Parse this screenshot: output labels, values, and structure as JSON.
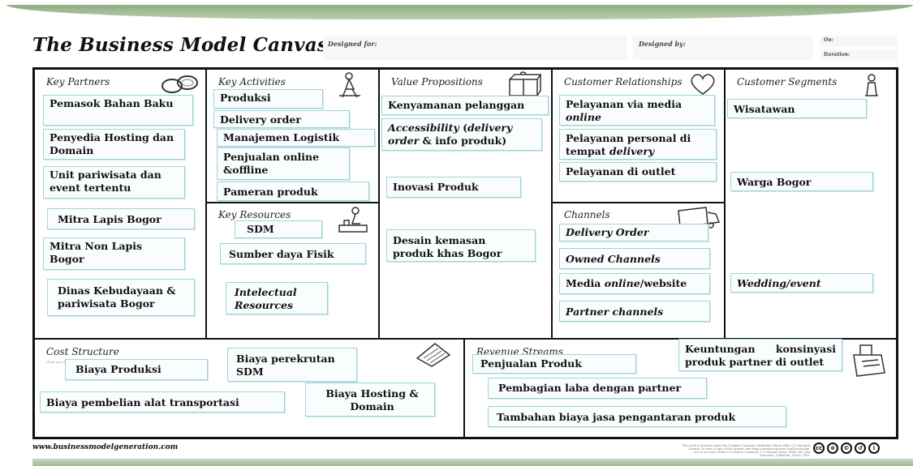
{
  "header": {
    "title": "The Business Model Canvas",
    "designed_for_label": "Designed for:",
    "designed_by_label": "Designed by:",
    "on_label": "On:",
    "iteration_label": "Iteration:"
  },
  "blocks": {
    "key_partners": {
      "title": "Key Partners"
    },
    "key_activities": {
      "title": "Key Activities"
    },
    "key_resources": {
      "title": "Key Resources"
    },
    "value_propositions": {
      "title": "Value Propositions"
    },
    "customer_relationships": {
      "title": "Customer Relationships"
    },
    "channels": {
      "title": "Channels"
    },
    "customer_segments": {
      "title": "Customer Segments"
    },
    "cost_structure": {
      "title": "Cost Structure",
      "hint": "What are the most important costs inherent in our business model?"
    },
    "revenue_streams": {
      "title": "Revenue Streams"
    }
  },
  "notes": {
    "kp1": "Pemasok Bahan Baku",
    "kp2": "Penyedia Hosting dan Domain",
    "kp3": "Unit pariwisata dan event tertentu",
    "kp4": "Mitra Lapis Bogor",
    "kp5": "Mitra Non Lapis Bogor",
    "kp6": "Dinas Kebudayaan & pariwisata Bogor",
    "ka1": "Produksi",
    "ka2": "Delivery order",
    "ka3": "Manajemen Logistik",
    "ka4": "Penjualan online &offline",
    "ka5": "Pameran produk",
    "kr1": "SDM",
    "kr2": "Sumber daya Fisik",
    "kr3": "Intelectual Resources",
    "vp1": "Kenyamanan pelanggan",
    "vp2_a": "Accessibility",
    "vp2_b": " (",
    "vp2_c": "delivery order",
    "vp2_d": " & info produk)",
    "vp3": "Inovasi Produk",
    "vp4": "Desain kemasan produk khas Bogor",
    "cr1_a": "Pelayanan via media ",
    "cr1_b": "online",
    "cr2_a": "Pelayanan personal di tempat ",
    "cr2_b": "delivery",
    "cr3": "Pelayanan di outlet",
    "ch1": "Delivery Order",
    "ch2": "Owned Channels",
    "ch3_a": "Media ",
    "ch3_b": "online",
    "ch3_c": "/website",
    "ch4": "Partner channels",
    "cs1": "Wisatawan",
    "cs2": "Warga Bogor",
    "cs3": "Wedding/event",
    "co1": "Biaya Produksi",
    "co2": "Biaya perekrutan SDM",
    "co3": "Biaya pembelian alat transportasi",
    "co4": "Biaya Hosting & Domain",
    "rs1": "Penjualan Produk",
    "rs2": "Keuntungan konsinyasi produk partner di outlet",
    "rs3": "Pembagian laba dengan partner",
    "rs4": "Tambahan biaya jasa pengantaran produk"
  },
  "footer": {
    "url": "www.businessmodelgeneration.com",
    "license": "This work is licensed under the Creative Commons Attribution-Share Alike 3.0 Unported License. To view a copy of this license, visit http://creativecommons.org/licenses/by-sa/3.0/ or send a letter to Creative Commons, 171 Second Street, Suite 300, San Francisco, California, 94105, USA."
  },
  "icons": [
    "chain-links-icon",
    "worker-icon",
    "gift-icon",
    "heart-icon",
    "person-icon",
    "factory-worker-icon",
    "truck-icon",
    "price-tag-icon",
    "cash-register-icon",
    "creative-commons-icon"
  ]
}
